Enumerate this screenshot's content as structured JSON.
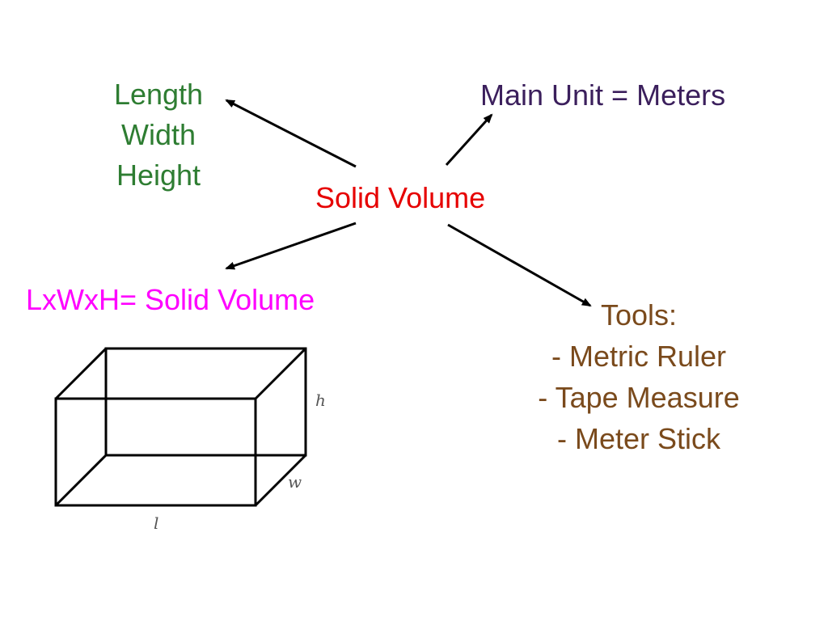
{
  "dimensions": {
    "items": [
      "Length",
      "Width",
      "Height"
    ],
    "color": "#2e7d32"
  },
  "main_unit": {
    "text": "Main Unit = Meters",
    "color": "#3b1f5c"
  },
  "center": {
    "text": "Solid Volume",
    "color": "#e60000"
  },
  "formula": {
    "text": "LxWxH= Solid Volume",
    "color": "#ff00ff"
  },
  "tools": {
    "title": "Tools:",
    "items": [
      "- Metric Ruler",
      "- Tape Measure",
      "- Meter Stick"
    ],
    "color": "#7a4a1c"
  },
  "box": {
    "labels": {
      "height": "h",
      "width": "w",
      "length": "l"
    }
  }
}
